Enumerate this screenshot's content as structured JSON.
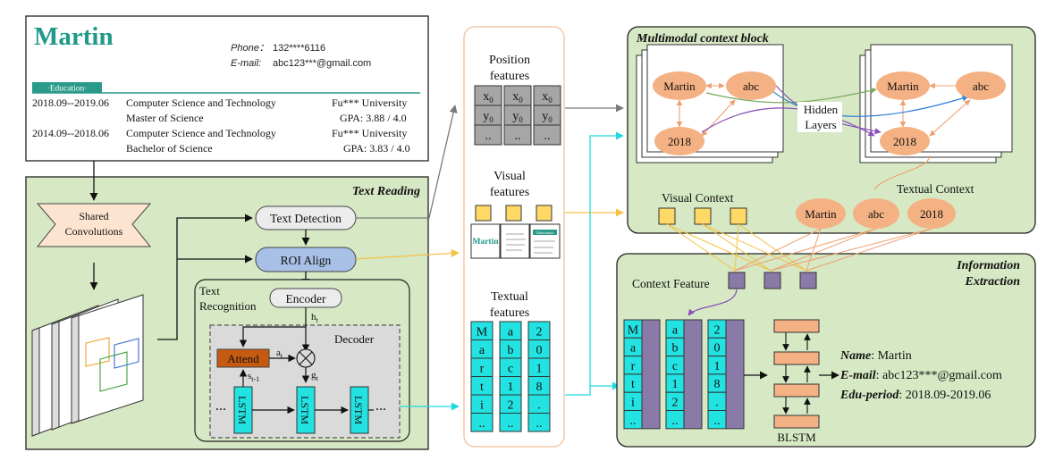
{
  "resume": {
    "name": "Martin",
    "phone_label": "Phone：",
    "phone_value": "132****6116",
    "email_label": "E-mail:",
    "email_value": "abc123***@gmail.com",
    "section": "·Education·",
    "rows": [
      {
        "period": "2018.09--2019.06",
        "major": "Computer Science and Technology",
        "school": "Fu*** University"
      },
      {
        "period": "",
        "major": "Master of Science",
        "school": "GPA: 3.88 / 4.0"
      },
      {
        "period": "2014.09--2018.06",
        "major": "Computer Science and Technology",
        "school": "Fu*** University"
      },
      {
        "period": "",
        "major": "Bachelor of Science",
        "school": "GPA: 3.83 / 4.0"
      }
    ]
  },
  "text_reading": {
    "title": "Text Reading",
    "shared_conv_1": "Shared",
    "shared_conv_2": "Convolutions",
    "text_detection": "Text Detection",
    "roi_align": "ROI Align",
    "text_recognition_1": "Text",
    "text_recognition_2": "Recognition",
    "encoder": "Encoder",
    "decoder": "Decoder",
    "attend": "Attend",
    "lstm": "LSTM",
    "ellipsis": "···",
    "h_t": "h",
    "h_sub": "t",
    "a_t": "a",
    "a_sub": "t",
    "g_t": "g",
    "g_sub": "t",
    "s_t": "s",
    "s_sub": "t-1",
    "otimes": "⊗"
  },
  "features": {
    "position_1": "Position",
    "position_2": "features",
    "grid": [
      [
        "x",
        "0"
      ],
      [
        "y",
        "0"
      ],
      [
        "..",
        ""
      ]
    ],
    "visual_1": "Visual",
    "visual_2": "features",
    "thumb_name": "Martin",
    "thumb_edu": "·Education·",
    "textual_1": "Textual",
    "textual_2": "features",
    "columns": [
      [
        "M",
        "a",
        "r",
        "t",
        "i",
        ".."
      ],
      [
        "a",
        "b",
        "c",
        "1",
        "2",
        ".."
      ],
      [
        "2",
        "0",
        "1",
        "8",
        ".",
        ".."
      ]
    ]
  },
  "context": {
    "title": "Multimodal context block",
    "nodes": [
      "Martin",
      "abc",
      "2018"
    ],
    "hidden_1": "Hidden",
    "hidden_2": "Layers",
    "visual_context": "Visual Context",
    "textual_context": "Textual Context"
  },
  "extraction": {
    "title_1": "Information",
    "title_2": "Extraction",
    "context_feature": "Context Feature",
    "blstm": "BLSTM",
    "results": [
      {
        "key": "Name",
        "value": ": Martin"
      },
      {
        "key": "E-mail",
        "value": ": abc123***@gmail.com"
      },
      {
        "key": "Edu-period",
        "value": ": 2018.09-2019.06"
      }
    ]
  },
  "colors": {
    "green_panel": "#d6e8c4",
    "teal_header": "#2a9a8a",
    "cyan_cell": "#23e2e2",
    "node_orange": "#f4b183",
    "roi_blue": "#a8c0e6",
    "attend_brown": "#c55a11",
    "purple_feature": "#8a7aa8",
    "yellow_visual": "#ffd966",
    "peach_conv": "#fde4d0",
    "blstm_box": "#f4b183"
  }
}
